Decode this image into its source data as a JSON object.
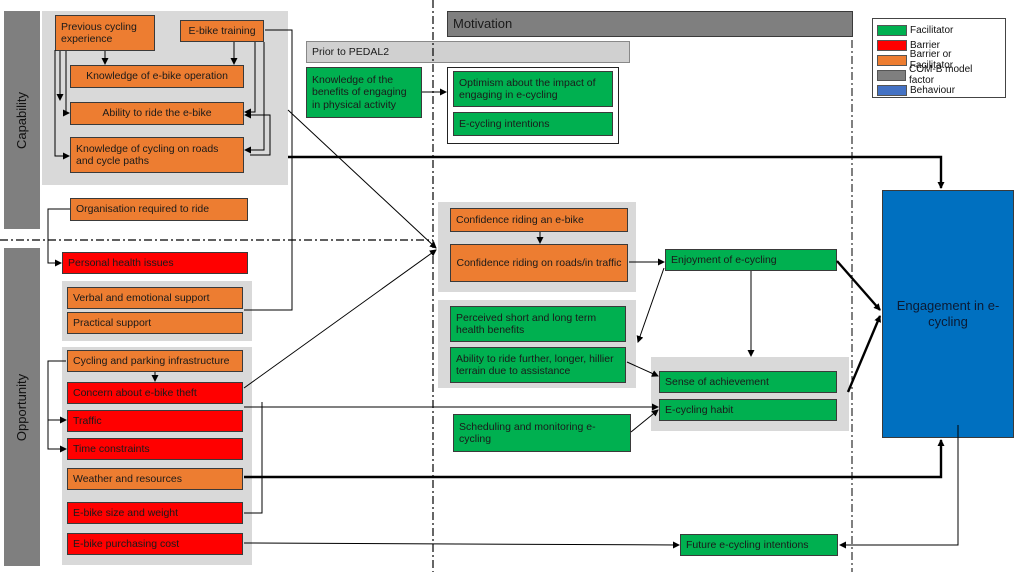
{
  "side_labels": {
    "capability": "Capability",
    "opportunity": "Opportunity"
  },
  "headers": {
    "motivation": "Motivation",
    "prior": "Prior to PEDAL2"
  },
  "legend": [
    {
      "label": "Facilitator",
      "color": "#00b050"
    },
    {
      "label": "Barrier",
      "color": "#ff0000"
    },
    {
      "label": "Barrier or Facilitator",
      "color": "#ed7d31"
    },
    {
      "label": "COM-B model factor",
      "color": "#7f7f7f"
    },
    {
      "label": "Behaviour",
      "color": "#4472c4"
    }
  ],
  "capability": {
    "previous_cycling": "Previous cycling experience",
    "ebike_training": "E-bike training",
    "knowledge_operation": "Knowledge of e-bike operation",
    "ability_ride": "Ability to ride the e-bike",
    "knowledge_roads": "Knowledge of cycling on roads and cycle paths"
  },
  "opportunity": {
    "organisation": "Organisation required to ride",
    "health": "Personal health issues",
    "verbal_support": "Verbal and emotional support",
    "practical_support": "Practical support",
    "infrastructure": "Cycling and parking infrastructure",
    "theft": "Concern about e-bike theft",
    "traffic": "Traffic",
    "time": "Time constraints",
    "weather": "Weather and resources",
    "size": "E-bike size and weight",
    "cost": "E-bike purchasing cost"
  },
  "motivation": {
    "knowledge_benefits": "Knowledge of the benefits of engaging in physical activity",
    "optimism": "Optimism about the impact of engaging in e-cycling",
    "intentions": "E-cycling intentions",
    "confidence_ebike": "Confidence riding an e-bike",
    "confidence_roads": "Confidence riding on roads/in traffic",
    "enjoyment": "Enjoyment of e-cycling",
    "health_benefits": "Perceived short and long term health benefits",
    "ability_further": "Ability to ride further, longer, hillier terrain due to assistance",
    "achievement": "Sense of achievement",
    "habit": "E-cycling habit",
    "scheduling": "Scheduling and monitoring e-cycling",
    "future": "Future e-cycling intentions"
  },
  "behaviour": {
    "engagement": "Engagement in e-cycling"
  }
}
